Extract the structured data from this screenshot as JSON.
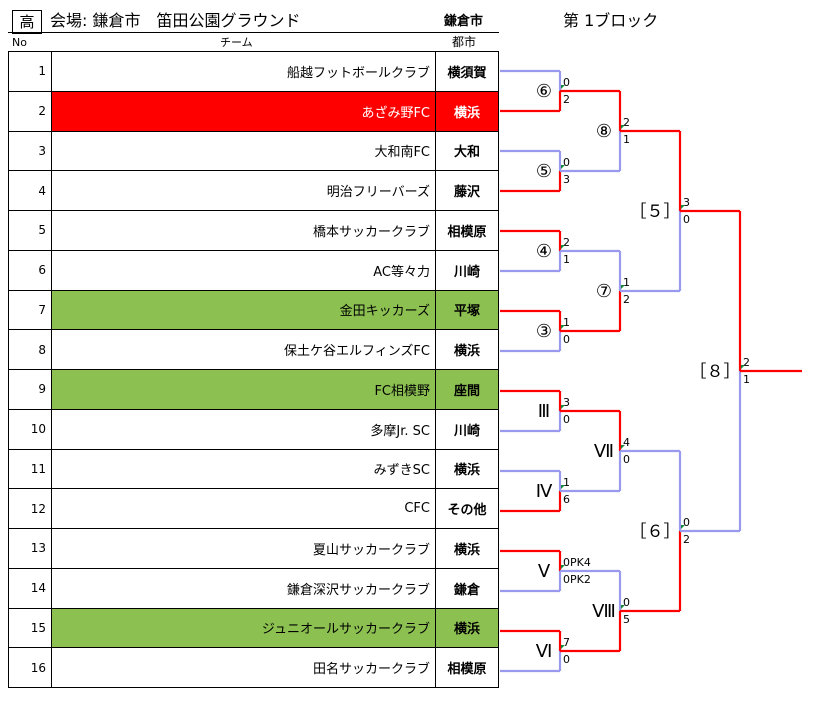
{
  "header": {
    "division_box": "高",
    "venue": "会場: 鎌倉市　笛田公園グラウンド",
    "city": "鎌倉市",
    "block": "第 1ブロック"
  },
  "columns": {
    "no": "No",
    "team": "チーム",
    "city": "都市"
  },
  "teams": [
    {
      "no": "1",
      "name": "船越フットボールクラブ",
      "city": "横須賀",
      "highlight": "none"
    },
    {
      "no": "2",
      "name": "あざみ野FC",
      "city": "横浜",
      "highlight": "red"
    },
    {
      "no": "3",
      "name": "大和南FC",
      "city": "大和",
      "highlight": "none"
    },
    {
      "no": "4",
      "name": "明治フリーバーズ",
      "city": "藤沢",
      "highlight": "none"
    },
    {
      "no": "5",
      "name": "橋本サッカークラブ",
      "city": "相模原",
      "highlight": "none"
    },
    {
      "no": "6",
      "name": "AC等々力",
      "city": "川崎",
      "highlight": "none"
    },
    {
      "no": "7",
      "name": "金田キッカーズ",
      "city": "平塚",
      "highlight": "green"
    },
    {
      "no": "8",
      "name": "保土ケ谷エルフィンズFC",
      "city": "横浜",
      "highlight": "none"
    },
    {
      "no": "9",
      "name": "FC相模野",
      "city": "座間",
      "highlight": "green"
    },
    {
      "no": "10",
      "name": "多摩Jr. SC",
      "city": "川崎",
      "highlight": "none"
    },
    {
      "no": "11",
      "name": "みずきSC",
      "city": "横浜",
      "highlight": "none"
    },
    {
      "no": "12",
      "name": "CFC",
      "city": "その他",
      "highlight": "none"
    },
    {
      "no": "13",
      "name": "夏山サッカークラブ",
      "city": "横浜",
      "highlight": "none"
    },
    {
      "no": "14",
      "name": "鎌倉深沢サッカークラブ",
      "city": "鎌倉",
      "highlight": "none"
    },
    {
      "no": "15",
      "name": "ジュニオールサッカークラブ",
      "city": "横浜",
      "highlight": "green"
    },
    {
      "no": "16",
      "name": "田名サッカークラブ",
      "city": "相模原",
      "highlight": "none"
    }
  ],
  "bracket": {
    "colors": {
      "winner": "#ff0000",
      "loser": "#9999ee",
      "red_row": "#ff0000",
      "green_row": "#8cc152"
    },
    "matches": [
      {
        "id": "r1-1",
        "label": "⑥",
        "top_score": "0",
        "bottom_score": "2"
      },
      {
        "id": "r1-2",
        "label": "⑤",
        "top_score": "0",
        "bottom_score": "3"
      },
      {
        "id": "r1-3",
        "label": "④",
        "top_score": "2",
        "bottom_score": "1"
      },
      {
        "id": "r1-4",
        "label": "③",
        "top_score": "1",
        "bottom_score": "0"
      },
      {
        "id": "r1-5",
        "label": "Ⅲ",
        "top_score": "3",
        "bottom_score": "0"
      },
      {
        "id": "r1-6",
        "label": "Ⅳ",
        "top_score": "1",
        "bottom_score": "6"
      },
      {
        "id": "r1-7",
        "label": "Ⅴ",
        "top_score": "0PK4",
        "bottom_score": "0PK2"
      },
      {
        "id": "r1-8",
        "label": "Ⅵ",
        "top_score": "7",
        "bottom_score": "0"
      },
      {
        "id": "r2-1",
        "label": "⑧",
        "top_score": "2",
        "bottom_score": "1"
      },
      {
        "id": "r2-2",
        "label": "⑦",
        "top_score": "1",
        "bottom_score": "2"
      },
      {
        "id": "r2-3",
        "label": "Ⅶ",
        "top_score": "4",
        "bottom_score": "0"
      },
      {
        "id": "r2-4",
        "label": "Ⅷ",
        "top_score": "0",
        "bottom_score": "5"
      },
      {
        "id": "r3-1",
        "label": "［５］",
        "top_score": "3",
        "bottom_score": "0"
      },
      {
        "id": "r3-2",
        "label": "［６］",
        "top_score": "0",
        "bottom_score": "2"
      },
      {
        "id": "final",
        "label": "［８］",
        "top_score": "2",
        "bottom_score": "1"
      }
    ]
  }
}
